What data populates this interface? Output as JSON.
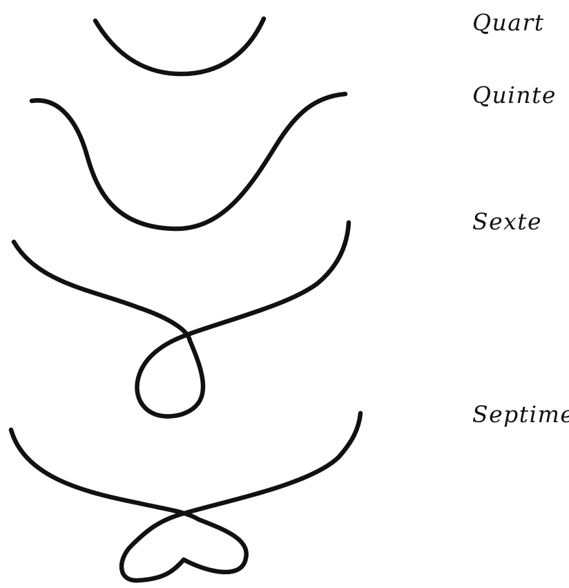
{
  "labels": {
    "quart": "Quart",
    "quinte": "Quinte",
    "sexte": "Sexte",
    "septime": "Septime"
  },
  "colors": {
    "ink": "#111111",
    "background": "#ffffff"
  }
}
